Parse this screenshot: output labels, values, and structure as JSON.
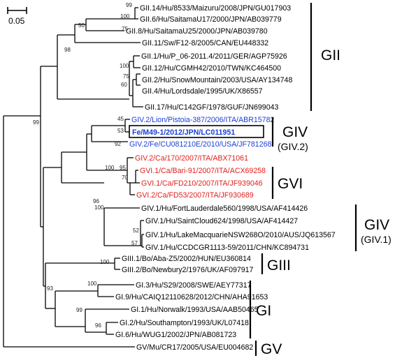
{
  "scale_bar": {
    "label": "0.05"
  },
  "colors": {
    "black": "#000000",
    "blue": "#1a3fd6",
    "red": "#e0201e"
  },
  "taxa": [
    {
      "id": "t1",
      "label": "GII.14/Hu/8533/Maizuru/2008/JPN/GU017903",
      "color": "black"
    },
    {
      "id": "t2",
      "label": "GII.6/Hu/SaitamaU17/2000/JPN/AB039779",
      "color": "black"
    },
    {
      "id": "t3",
      "label": "GII.8/Hu/SaitamaU25/2000/JPN/AB039780",
      "color": "black"
    },
    {
      "id": "t4",
      "label": "GII.11/Sw/F12-8/2005/CAN/EU448332",
      "color": "black"
    },
    {
      "id": "t5",
      "label": "GII.1/Hu/P_06-2011.4/2011/GER/AGP75926",
      "color": "black"
    },
    {
      "id": "t6",
      "label": "GII.12/Hu/CGMH42/2010/TWN/KC464500",
      "color": "black"
    },
    {
      "id": "t7",
      "label": "GII.2/Hu/SnowMountain/2003/USA/AY134748",
      "color": "black"
    },
    {
      "id": "t8",
      "label": "GII.4/Hu/Lordsdale/1995/UK/X86557",
      "color": "black"
    },
    {
      "id": "t9",
      "label": "GII.17/Hu/C142GF/1978/GUF/JN699043",
      "color": "black"
    },
    {
      "id": "t10",
      "label": "GIV.2/Lion/Pistoia-387/2006/ITA/ABR15782",
      "color": "blue"
    },
    {
      "id": "t11",
      "label": "Fe/M49-1/2012/JPN/LC011951",
      "color": "blue",
      "highlight": true
    },
    {
      "id": "t12",
      "label": "GIV.2/Fe/CU081210E/2010/USA/JF781268",
      "color": "blue"
    },
    {
      "id": "t13",
      "label": "GIV.2/Ca/170/2007/ITA/ABX71061",
      "color": "red"
    },
    {
      "id": "t14",
      "label": "GVI.1/Ca/Bari-91/2007/ITA/ACX69258",
      "color": "red"
    },
    {
      "id": "t15",
      "label": "GVI.1/Ca/FD210/2007/ITA/JF939046",
      "color": "red"
    },
    {
      "id": "t16",
      "label": "GVI.2/Ca/FD53/2007/ITA/JF930689",
      "color": "red"
    },
    {
      "id": "t17",
      "label": "GIV.1/Hu/FortLauderdale560/1998/USA/AF414426",
      "color": "black"
    },
    {
      "id": "t18",
      "label": "GIV.1/Hu/SaintCloud624/1998/USA/AF414427",
      "color": "black"
    },
    {
      "id": "t19",
      "label": "GIV.1/Hu/LakeMacquarieNSW268O/2010/AUS/JQ613567",
      "color": "black"
    },
    {
      "id": "t20",
      "label": "GIV.1/Hu/CCDCGR1113-59/2011/CHN/KC894731",
      "color": "black"
    },
    {
      "id": "t21",
      "label": "GIII.1/Bo/Aba-Z5/2002/HUN/EU360814",
      "color": "black"
    },
    {
      "id": "t22",
      "label": "GIII.2/Bo/Newbury2/1976/UK/AF097917",
      "color": "black"
    },
    {
      "id": "t23",
      "label": "GI.3/Hu/S29/2008/SWE/AEY77317",
      "color": "black"
    },
    {
      "id": "t24",
      "label": "GI.9/Hu/CAIQ12110628/2012/CHN/AHA91653",
      "color": "black"
    },
    {
      "id": "t25",
      "label": "GI.1/Hu/Norwalk/1993/USA/AAB50465",
      "color": "black"
    },
    {
      "id": "t26",
      "label": "GI.2/Hu/Southampton/1993/UK/L07418",
      "color": "black"
    },
    {
      "id": "t27",
      "label": "GI.6/Hu/WUG1/2002/JPN/AB081723",
      "color": "black"
    },
    {
      "id": "t28",
      "label": "GV/Mu/CR17/2005/USA/EU004682",
      "color": "black"
    }
  ],
  "bootstrap": [
    {
      "node": "n1",
      "value": "99"
    },
    {
      "node": "n2",
      "value": "100"
    },
    {
      "node": "n3",
      "value": "50"
    },
    {
      "node": "n4",
      "value": "98"
    },
    {
      "node": "n5",
      "value": "75"
    },
    {
      "node": "n6",
      "value": "100"
    },
    {
      "node": "n7",
      "value": "75"
    },
    {
      "node": "n8",
      "value": "60"
    },
    {
      "node": "n9",
      "value": "45"
    },
    {
      "node": "n10",
      "value": "53"
    },
    {
      "node": "n11",
      "value": "92"
    },
    {
      "node": "n12",
      "value": "95"
    },
    {
      "node": "n13",
      "value": "70"
    },
    {
      "node": "n14",
      "value": "100"
    },
    {
      "node": "n15",
      "value": "96"
    },
    {
      "node": "n16",
      "value": "99"
    },
    {
      "node": "n17",
      "value": "100"
    },
    {
      "node": "n18",
      "value": "52"
    },
    {
      "node": "n19",
      "value": "57"
    },
    {
      "node": "n20",
      "value": "100"
    },
    {
      "node": "n21",
      "value": "100"
    },
    {
      "node": "n22",
      "value": "99"
    },
    {
      "node": "n23",
      "value": "96"
    },
    {
      "node": "n24",
      "value": "93"
    }
  ],
  "groups": [
    {
      "id": "gii",
      "label": "GII",
      "sublabel": ""
    },
    {
      "id": "giv2",
      "label": "GIV",
      "sublabel": "(GIV.2)"
    },
    {
      "id": "gvi",
      "label": "GVI",
      "sublabel": ""
    },
    {
      "id": "giv1",
      "label": "GIV",
      "sublabel": "(GIV.1)"
    },
    {
      "id": "giii",
      "label": "GIII",
      "sublabel": ""
    },
    {
      "id": "gi",
      "label": "GI",
      "sublabel": ""
    },
    {
      "id": "gv",
      "label": "GV",
      "sublabel": ""
    }
  ]
}
